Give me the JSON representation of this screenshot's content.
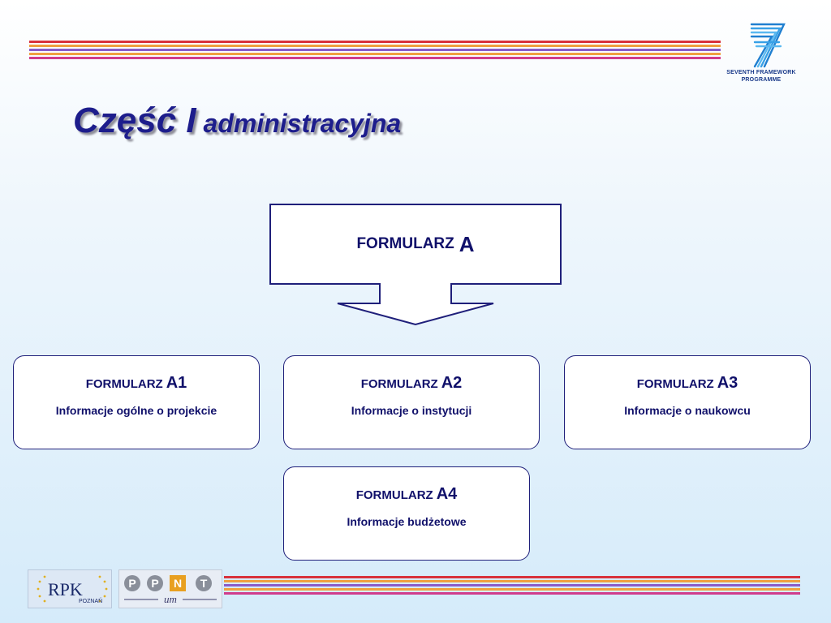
{
  "title": {
    "main": "Część I",
    "sub": "administracyjna"
  },
  "fp7_logo": {
    "numeral": "7",
    "line1": "SEVENTH FRAMEWORK",
    "line2": "PROGRAMME"
  },
  "main_form": {
    "label": "FORMULARZ",
    "letter": "A"
  },
  "forms": [
    {
      "label": "FORMULARZ",
      "code": "A1",
      "description": "Informacje ogólne o projekcie"
    },
    {
      "label": "FORMULARZ",
      "code": "A2",
      "description": "Informacje o instytucji"
    },
    {
      "label": "FORMULARZ",
      "code": "A3",
      "description": "Informacje o naukowcu"
    },
    {
      "label": "FORMULARZ",
      "code": "A4",
      "description": "Informacje budżetowe"
    }
  ],
  "rpk_logo": {
    "text": "RPK",
    "city": "POZNAŃ"
  },
  "ppnt_logo": {
    "letters": [
      "P",
      "P",
      "N",
      "T"
    ],
    "sub": "um"
  },
  "colors": {
    "title": "#1d1d8c",
    "stripe_red": "#d8323c",
    "stripe_orange": "#f0a040",
    "stripe_purple": "#8a5cc8",
    "stripe_magenta": "#d03c8c",
    "border": "#1f1f7a"
  }
}
